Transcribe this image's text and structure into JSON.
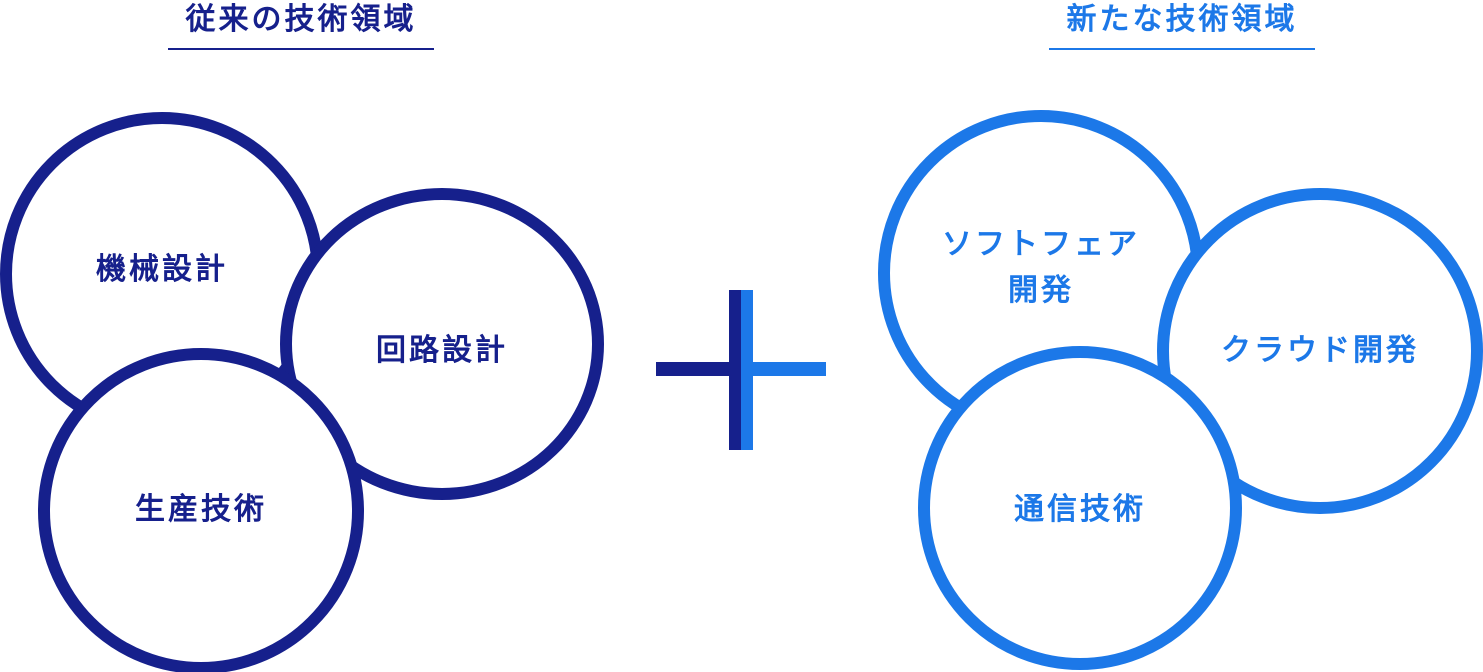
{
  "colors": {
    "traditional": "#16208c",
    "new": "#1c78e8"
  },
  "traditional": {
    "heading": "従来の技術領域",
    "circles": [
      {
        "label": "機械設計"
      },
      {
        "label": "回路設計"
      },
      {
        "label": "生産技術"
      }
    ]
  },
  "plus": {
    "symbol": "plus-icon"
  },
  "new": {
    "heading": "新たな技術領域",
    "circles": [
      {
        "label_line1": "ソフトフェア",
        "label_line2": "開発"
      },
      {
        "label": "クラウド開発"
      },
      {
        "label": "通信技術"
      }
    ]
  }
}
